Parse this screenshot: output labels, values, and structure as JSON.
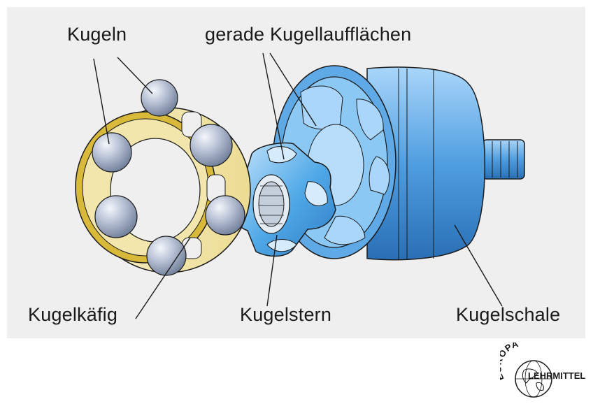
{
  "colors": {
    "panel_background": "#efefef",
    "cage": "#f2e6ac",
    "cage_rim": "#d9b93a",
    "balls": "#b9c3d6",
    "star": "#4fa8e6",
    "shell": "#4f9ee0",
    "outline": "#1a1a1a"
  },
  "labels": {
    "kugeln": "Kugeln",
    "gerade_kugellaufflaechen": "gerade Kugellaufflächen",
    "kugelkaefig": "Kugelkäfig",
    "kugelstern": "Kugelstern",
    "kugelschale": "Kugelschale"
  },
  "logo": {
    "top_text": "EUROPA",
    "bottom_text": "LEHRMITTEL",
    "icon": "globe-icon"
  }
}
